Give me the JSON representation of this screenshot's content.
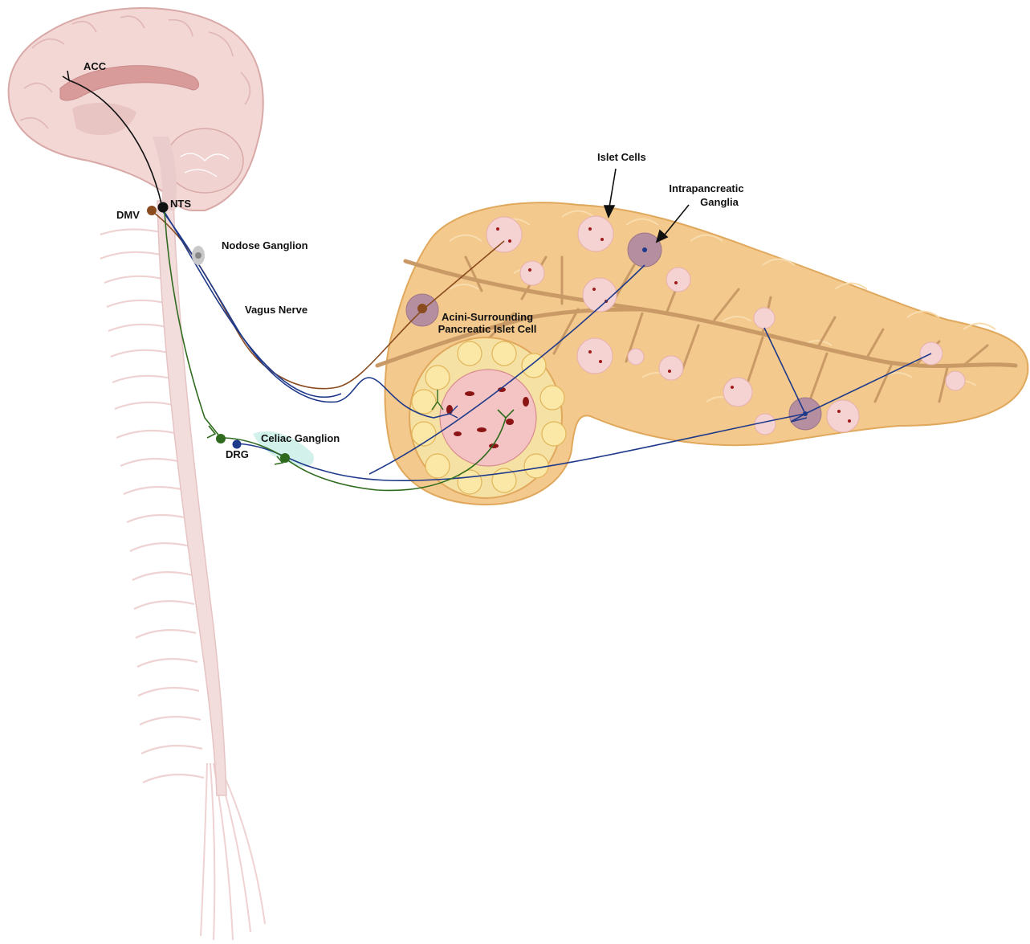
{
  "labels": {
    "acc": "ACC",
    "nts": "NTS",
    "dmv": "DMV",
    "nodose_ganglion": "Nodose Ganglion",
    "vagus_nerve": "Vagus Nerve",
    "islet_cells": "Islet Cells",
    "intrapancreatic_ganglia_line1": "Intrapancreatic",
    "intrapancreatic_ganglia_line2": "Ganglia",
    "acini_line1": "Acini-Surrounding",
    "acini_line2": "Pancreatic Islet Cell",
    "celiac_ganglion": "Celiac Ganglion",
    "drg": "DRG"
  },
  "colors": {
    "brain": "#f2d7d5",
    "brain_outline": "#d8a9a7",
    "spinal_cord": "#f3dcdc",
    "pancreas": "#f3c98d",
    "pancreas_outline": "#e0a85c",
    "duct": "#c99a66",
    "islet": "#f5d3d3",
    "vagal_efferent": "#8a4b1f",
    "vagal_afferent": "#1f3a8a",
    "sympathetic": "#2f6b1e",
    "acc_pathway": "#111111",
    "ganglion": "#b58fa0"
  }
}
